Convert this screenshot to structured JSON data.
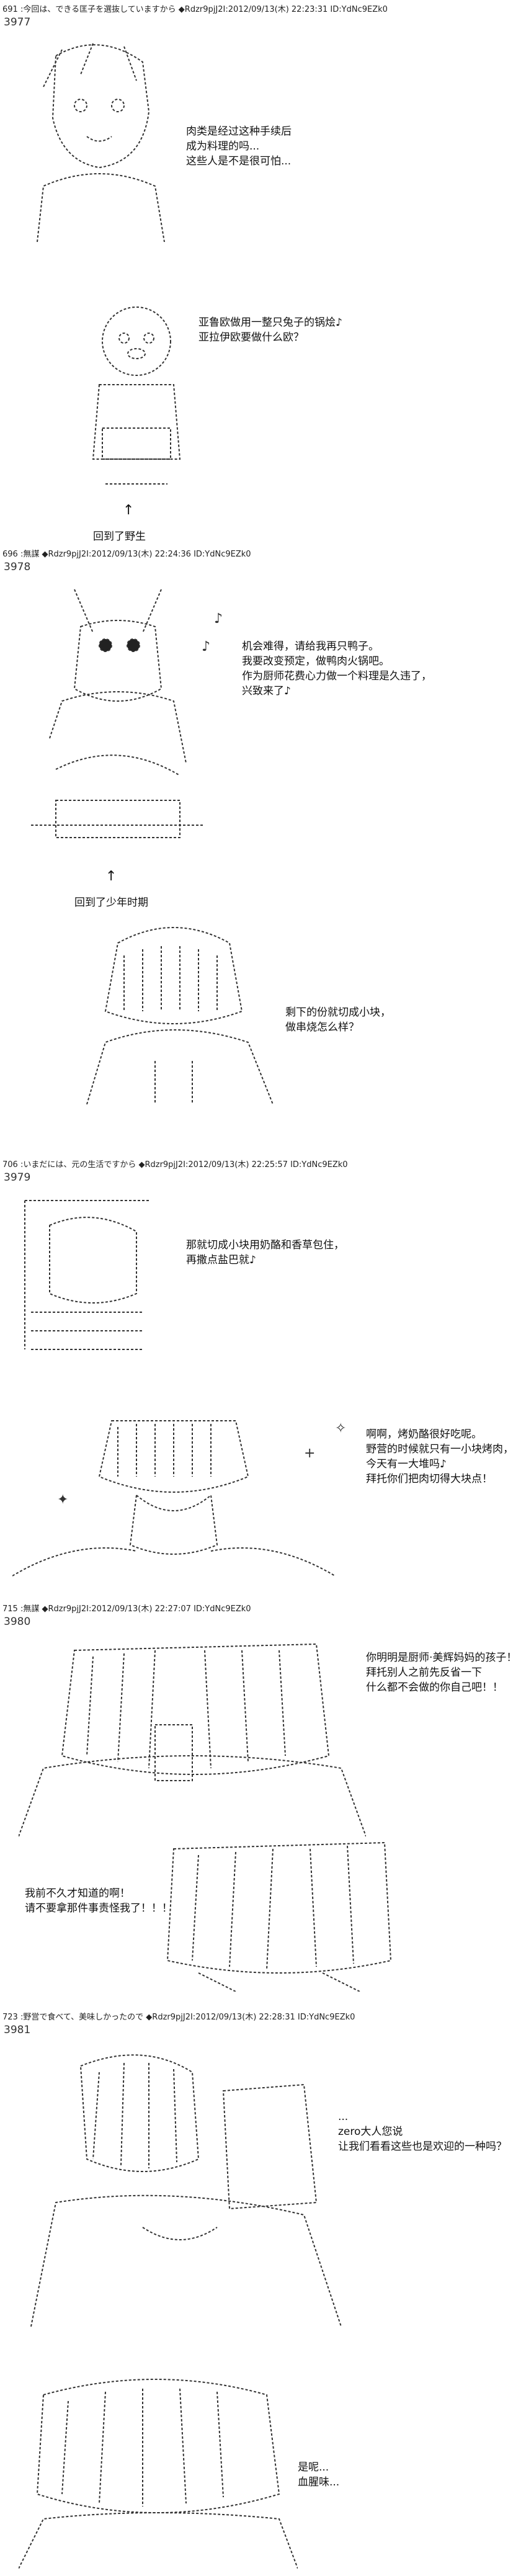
{
  "posts": [
    {
      "header": "691 :今回は、できる匡子を選抜していますから ◆Rdzr9pjJ2I:2012/09/13(木) 22:23:31 ID:YdNc9EZk0",
      "number": "3977",
      "panels": [
        {
          "lines": [
            "肉类是经过这种手续后",
            "成为料理的吗...",
            "这些人是不是很可怕..."
          ]
        },
        {
          "lines": [
            "亚鲁欧做用一整只兔子的锅烩♪",
            "亚拉伊欧要做什么欧？"
          ]
        }
      ],
      "caption": "回到了野生"
    },
    {
      "header": "696 :無謀 ◆Rdzr9pjJ2I:2012/09/13(木) 22:24:36 ID:YdNc9EZk0",
      "number": "3978",
      "panels": [
        {
          "lines": [
            "机会难得，请给我再只鸭子。",
            "我要改变预定，做鸭肉火锅吧。",
            "作为厨师花费心力做一个料理是久违了，",
            "兴致来了♪"
          ]
        },
        {
          "lines": [
            "剩下的份就切成小块，",
            "做串烧怎么样？"
          ]
        }
      ],
      "caption": "回到了少年时期"
    },
    {
      "header": "706 :いまだには、元の生活ですから ◆Rdzr9pjJ2I:2012/09/13(木) 22:25:57 ID:YdNc9EZk0",
      "number": "3979",
      "panels": [
        {
          "lines": [
            "那就切成小块用奶酪和香草包住，",
            "再撒点盐巴就♪"
          ]
        },
        {
          "lines": [
            "啊啊，烤奶酪很好吃呢。",
            "野营的时候就只有一小块烤肉，",
            "今天有一大堆吗♪",
            "拜托你们把肉切得大块点！"
          ]
        }
      ]
    },
    {
      "header": "715 :無謀 ◆Rdzr9pjJ2I:2012/09/13(木) 22:27:07 ID:YdNc9EZk0",
      "number": "3980",
      "panels": [
        {
          "lines": [
            "你明明是厨师·美辉妈妈的孩子！",
            "拜托别人之前先反省一下",
            "什么都不会做的你自己吧！！"
          ]
        },
        {
          "lines": [
            "我前不久才知道的啊！",
            "请不要拿那件事责怪我了！！！"
          ]
        }
      ]
    },
    {
      "header": "723 :野営で食べて、美味しかったので ◆Rdzr9pjJ2I:2012/09/13(木) 22:28:31 ID:YdNc9EZk0",
      "number": "3981",
      "panels": [
        {
          "lines": [
            "...",
            "zero大人您说",
            "让我们看看这些也是欢迎的一种吗？"
          ]
        },
        {
          "lines": [
            "是呢...",
            "血腥味..."
          ]
        }
      ]
    }
  ]
}
